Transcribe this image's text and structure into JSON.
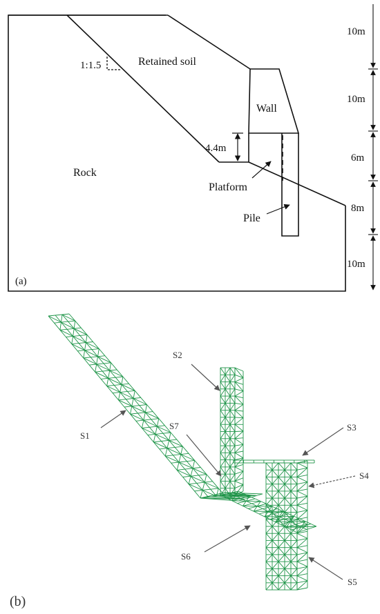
{
  "panel_a": {
    "panel_label": "(a)",
    "labels": {
      "slope": "1:1.5",
      "retained_soil": "Retained soil",
      "wall": "Wall",
      "height": "4.4m",
      "rock": "Rock",
      "platform": "Platform",
      "pile": "Pile"
    },
    "dimensions": [
      "10m",
      "10m",
      "6m",
      "8m",
      "10m"
    ]
  },
  "panel_b": {
    "panel_label": "(b)",
    "surfaces": [
      "S1",
      "S2",
      "S3",
      "S4",
      "S5",
      "S6",
      "S7"
    ],
    "mesh_color": "#1e9448"
  }
}
